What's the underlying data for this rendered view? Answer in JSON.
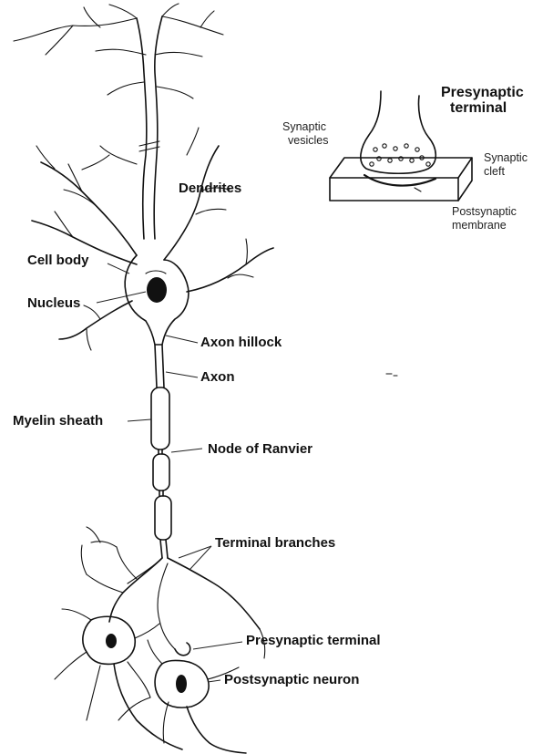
{
  "labels": {
    "dendrites": "Dendrites",
    "cell_body": "Cell body",
    "nucleus": "Nucleus",
    "axon_hillock": "Axon hillock",
    "axon": "Axon",
    "myelin_sheath": "Myelin sheath",
    "node_of_ranvier": "Node of Ranvier",
    "terminal_branches": "Terminal branches",
    "presynaptic_terminal": "Presynaptic terminal",
    "postsynaptic_neuron": "Postsynaptic neuron"
  },
  "inset": {
    "title_line1": "Presynaptic",
    "title_line2": "terminal",
    "synaptic_vesicles_line1": "Synaptic",
    "synaptic_vesicles_line2": "vesicles",
    "synaptic_cleft_line1": "Synaptic",
    "synaptic_cleft_line2": "cleft",
    "postsynaptic_membrane_line1": "Postsynaptic",
    "postsynaptic_membrane_line2": "membrane"
  }
}
